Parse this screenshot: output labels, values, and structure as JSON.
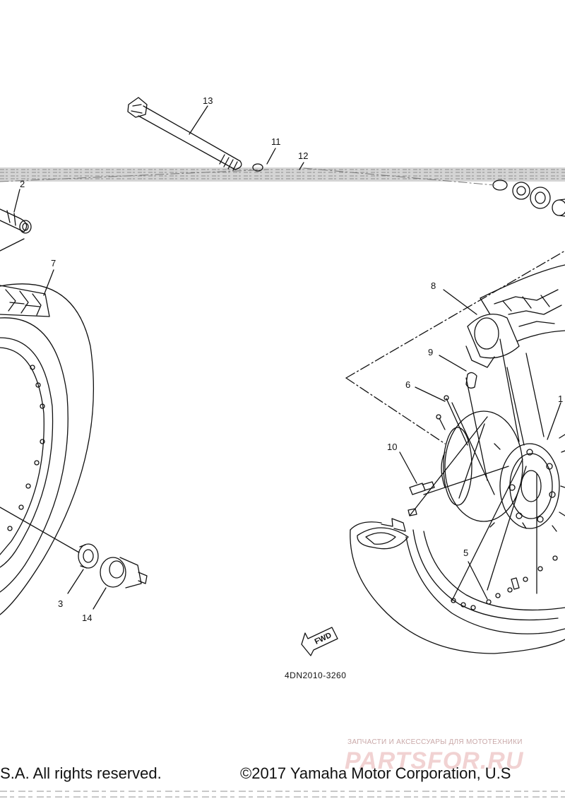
{
  "diagram": {
    "callouts": {
      "c13": "13",
      "c11": "11",
      "c12": "12",
      "c2": "2",
      "c7": "7",
      "c8": "8",
      "c9": "9",
      "c6": "6",
      "c10": "10",
      "c1": "1",
      "c5": "5",
      "c3": "3",
      "c14": "14"
    },
    "fwd_label": "FWD",
    "code": "4DN2010-3260"
  },
  "watermark": {
    "subtitle": "ЗАПЧАСТИ И АКСЕССУАРЫ ДЛЯ МОТОТЕХНИКИ",
    "logo": "PARTSFOR.RU"
  },
  "footer": {
    "left": ".S.A. All rights reserved.",
    "right": "©2017 Yamaha Motor Corporation, U.S"
  }
}
